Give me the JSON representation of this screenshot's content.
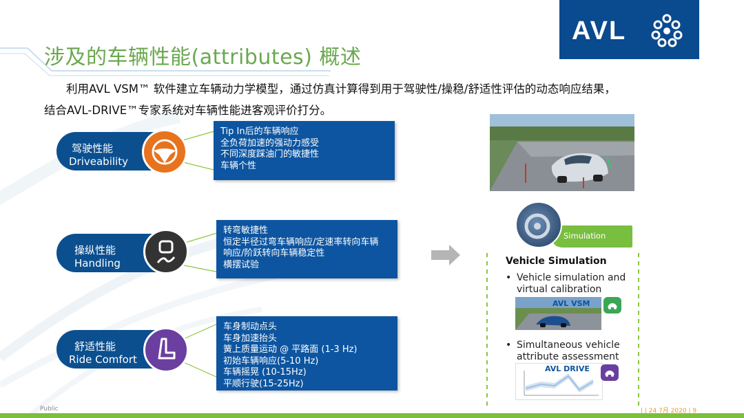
{
  "title": "涉及的车辆性能(attributes) 概述",
  "intro": {
    "line1": "利用AVL VSM™ 软件建立车辆动力学模型，通过仿真计算得到用于驾驶性/操稳/舒适性评估的动态响应结果，",
    "line2": "结合AVL-DRIVE™专家系统对车辆性能进客观评价打分。"
  },
  "logo": {
    "text": "AVL"
  },
  "attributes": [
    {
      "cn": "驾驶性能",
      "en": "Driveability",
      "icon": "steering-wheel-icon",
      "color": "#e8731e",
      "details": [
        "Tip In后的车辆响应",
        "全负荷加速的强动力感受",
        "不同深度踩油门的敏捷性",
        "车辆个性"
      ]
    },
    {
      "cn": "操纵性能",
      "en": "Handling",
      "icon": "winding-road-car-icon",
      "color": "#333333",
      "details": [
        "转弯敏捷性",
        "恒定半径过弯车辆响应/定速率转向车辆",
        "响应/阶跃转向车辆稳定性",
        "横摆试验"
      ]
    },
    {
      "cn": "舒适性能",
      "en": "Ride Comfort",
      "icon": "car-seat-icon",
      "color": "#6a3fa0",
      "details": [
        "车身制动点头",
        "车身加速抬头",
        "簧上质量运动 @ 平路面 (1-3 Hz)",
        "初始车辆响应(5-10 Hz)",
        "车辆摇晃 (10-15Hz)",
        "平顺行驶(15-25Hz)"
      ]
    }
  ],
  "simulation": {
    "badge": "Simulation",
    "heading": "Vehicle  Simulation",
    "bullet1": [
      "Vehicle simulation and",
      "virtual calibration"
    ],
    "vsm_label": "AVL VSM",
    "bullet2": [
      "Simultaneous vehicle",
      "attribute assessment"
    ],
    "drive_label": "AVL DRIVE"
  },
  "footer": {
    "left": "Public",
    "right": "|  | 24 7月 2020 |  9"
  }
}
